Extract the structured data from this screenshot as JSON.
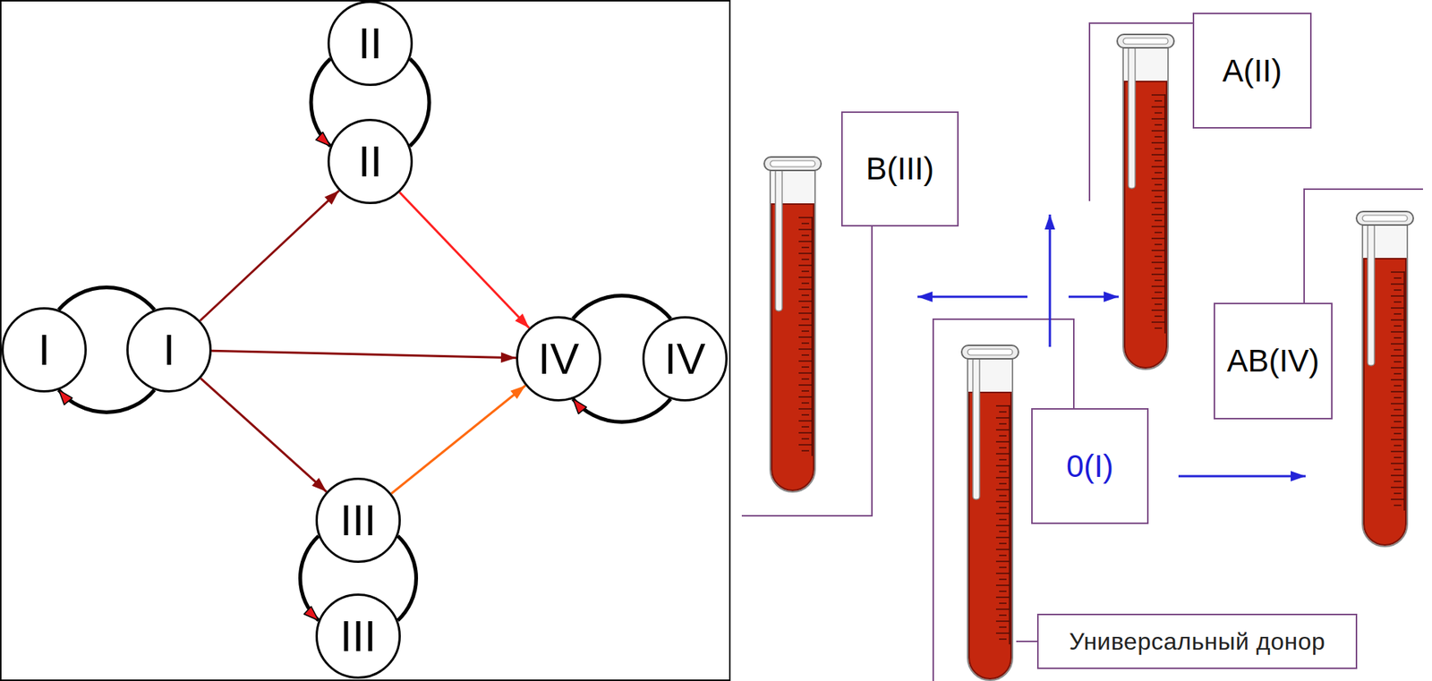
{
  "diagram": {
    "nodes": [
      {
        "text": [
          "I"
        ]
      },
      {
        "text": [
          "I"
        ]
      },
      {
        "text": [
          "II"
        ]
      },
      {
        "text": [
          "II"
        ]
      },
      {
        "text": [
          "III"
        ]
      },
      {
        "text": [
          "III"
        ]
      },
      {
        "text": [
          "IV"
        ]
      },
      {
        "text": [
          "IV"
        ]
      },
      {
        "text": [
          "A(II)"
        ]
      },
      {
        "text": [
          "B(III)"
        ]
      },
      {
        "text": [
          "AB(IV)"
        ]
      },
      {
        "text": [
          "0(I)"
        ]
      },
      {
        "text": [
          "Универсальный донор"
        ]
      }
    ],
    "edges": [
      {
        "from": 1,
        "to": 0,
        "arrow": "to"
      },
      {
        "from": 2,
        "to": 3,
        "arrow": "to"
      },
      {
        "from": 4,
        "to": 5,
        "arrow": "to"
      },
      {
        "from": 7,
        "to": 6,
        "arrow": "to"
      },
      {
        "from": 1,
        "to": 3,
        "arrow": "to"
      },
      {
        "from": 1,
        "to": 6,
        "arrow": "to"
      },
      {
        "from": 1,
        "to": 4,
        "arrow": "to"
      },
      {
        "from": 3,
        "to": 6,
        "arrow": "to"
      },
      {
        "from": 4,
        "to": 6,
        "arrow": "to"
      }
    ]
  }
}
